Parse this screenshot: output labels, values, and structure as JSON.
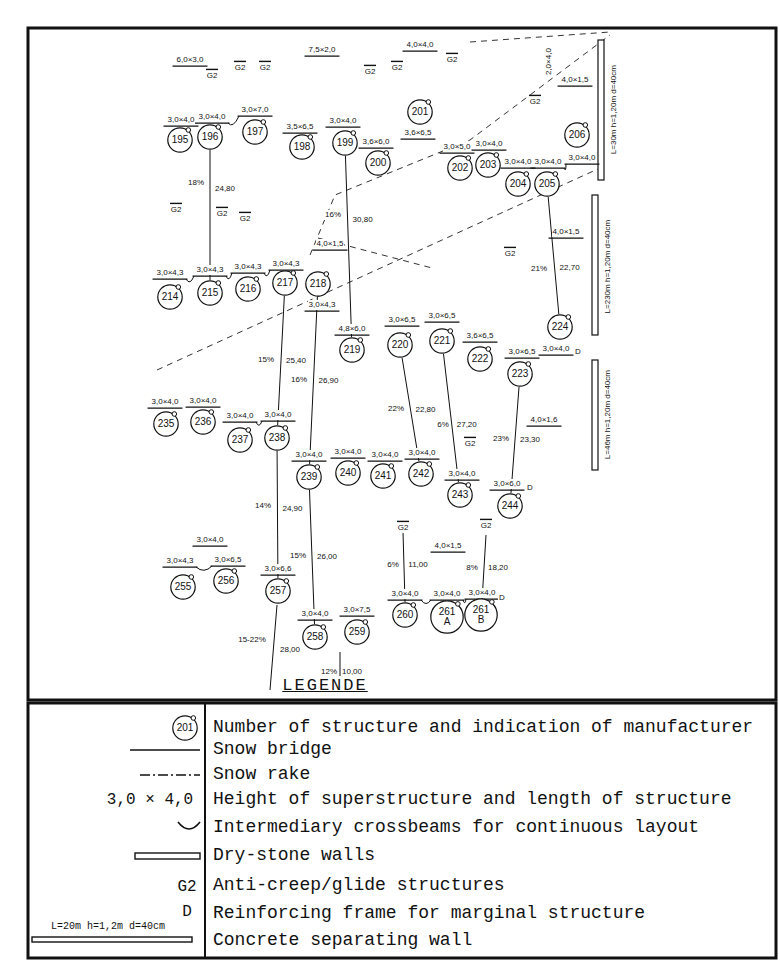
{
  "diagram": {
    "nodes": [
      {
        "text": [
          "195"
        ]
      },
      {
        "text": [
          "196"
        ]
      },
      {
        "text": [
          "197"
        ]
      },
      {
        "text": [
          "198"
        ]
      },
      {
        "text": [
          "199"
        ]
      },
      {
        "text": [
          "200"
        ]
      },
      {
        "text": [
          "201"
        ]
      },
      {
        "text": [
          "206"
        ]
      },
      {
        "text": [
          "202"
        ]
      },
      {
        "text": [
          "203"
        ]
      },
      {
        "text": [
          "204"
        ]
      },
      {
        "text": [
          "205"
        ]
      },
      {
        "text": [
          "214"
        ]
      },
      {
        "text": [
          "215"
        ]
      },
      {
        "text": [
          "216"
        ]
      },
      {
        "text": [
          "217"
        ]
      },
      {
        "text": [
          "218"
        ]
      },
      {
        "text": [
          "219"
        ]
      },
      {
        "text": [
          "220"
        ]
      },
      {
        "text": [
          "221"
        ]
      },
      {
        "text": [
          "222"
        ]
      },
      {
        "text": [
          "223"
        ]
      },
      {
        "text": [
          "224"
        ]
      },
      {
        "text": [
          "235"
        ]
      },
      {
        "text": [
          "236"
        ]
      },
      {
        "text": [
          "237"
        ]
      },
      {
        "text": [
          "238"
        ]
      },
      {
        "text": [
          "239"
        ]
      },
      {
        "text": [
          "240"
        ]
      },
      {
        "text": [
          "241"
        ]
      },
      {
        "text": [
          "242"
        ]
      },
      {
        "text": [
          "243"
        ]
      },
      {
        "text": [
          "244"
        ]
      },
      {
        "text": [
          "255"
        ]
      },
      {
        "text": [
          "256"
        ]
      },
      {
        "text": [
          "257"
        ]
      },
      {
        "text": [
          "258"
        ]
      },
      {
        "text": [
          "259"
        ]
      },
      {
        "text": [
          "260"
        ]
      },
      {
        "text": [
          "261 A"
        ]
      },
      {
        "text": [
          "261 B"
        ]
      },
      {
        "text": [
          "201"
        ]
      }
    ],
    "edges": [
      {
        "from": 1,
        "to": 13,
        "label": "24,80",
        "arrow": "none"
      },
      {
        "from": 4,
        "to": 17,
        "label": "30,80",
        "arrow": "none"
      },
      {
        "from": 15,
        "to": 26,
        "label": "25,40",
        "arrow": "none"
      },
      {
        "from": 26,
        "to": 35,
        "label": "24,90",
        "arrow": "none"
      },
      {
        "from": 16,
        "to": 27,
        "label": "26,90",
        "arrow": "none"
      },
      {
        "from": 18,
        "to": 30,
        "label": "22,80",
        "arrow": "none"
      },
      {
        "from": 19,
        "to": 31,
        "label": "27,20",
        "arrow": "none"
      },
      {
        "from": 21,
        "to": 32,
        "label": "23,30",
        "arrow": "none"
      },
      {
        "from": 11,
        "to": 22,
        "label": "22,70",
        "arrow": "none"
      },
      {
        "from": 27,
        "to": 36,
        "label": "26,00",
        "arrow": "none"
      }
    ],
    "labels": [
      "6,0×3,0",
      "G2",
      "G2",
      "G2",
      "7,5×2,0",
      "G2",
      "G2",
      "4,0×4,0",
      "G2",
      "2,0×4,0",
      "4,0×1,5",
      "G2",
      "3,0×4,0",
      "3,0×4,0",
      "3,0×7,0",
      "3,5×6,5",
      "3,0×4,0",
      "3,6×6,0",
      "3,6×6,5",
      "3,0×5,0",
      "3,0×4,0",
      "3,0×4,0",
      "3,0×4,0",
      "3,0×4,0",
      "G2",
      "G2",
      "G2",
      "4,0×1,5",
      "G2",
      "4,0×1,5",
      "3,0×4,3",
      "3,0×4,3",
      "3,0×4,3",
      "3,0×4,3",
      "3,0×4,3",
      "4,8×6,0",
      "3,0×6,5",
      "3,0×6,5",
      "3,6×6,5",
      "3,0×6,5",
      "3,0×4,0",
      "D",
      "3,0×4,0",
      "3,0×4,0",
      "3,0×4,0",
      "3,0×4,0",
      "3,0×4,0",
      "3,0×4,0",
      "3,0×4,0",
      "3,0×4,0",
      "G2",
      "4,0×1,6",
      "3,0×4,0",
      "3,0×6,0",
      "D",
      "G2",
      "G2",
      "4,0×1,5",
      "3,0×4,0",
      "3,0×4,3",
      "3,0×6,5",
      "3,0×6,6",
      "3,0×4,0",
      "3,0×7,5",
      "3,0×4,0",
      "3,0×4,0",
      "3,0×4,0",
      "D",
      "18%",
      "16%",
      "15%",
      "14%",
      "16%",
      "22%",
      "6%",
      "23%",
      "21%",
      "15%",
      "28,00",
      "15-22%",
      "11,00",
      "6%",
      "18,20",
      "8%",
      "10,00",
      "12%",
      "L=30m h=1,20m d=40cm",
      "L=230m h=1,20m d=40cm",
      "L=46m h=1,20m d=40cm",
      "LEGENDE",
      "3,0 × 4,0",
      "G2",
      "D",
      "L=20m h=1,2m d=40cm"
    ],
    "legend": [
      {
        "text": "Number of structure and indication of manufacturer"
      },
      {
        "text": "Snow bridge"
      },
      {
        "text": "Snow rake"
      },
      {
        "text": "Height of superstructure and length of structure"
      },
      {
        "text": "Intermediary crossbeams for continuous layout"
      },
      {
        "text": "Dry-stone walls"
      },
      {
        "text": "Anti-creep/glide structures"
      },
      {
        "text": "Reinforcing frame for marginal structure"
      },
      {
        "text": "Concrete separating wall"
      }
    ]
  }
}
